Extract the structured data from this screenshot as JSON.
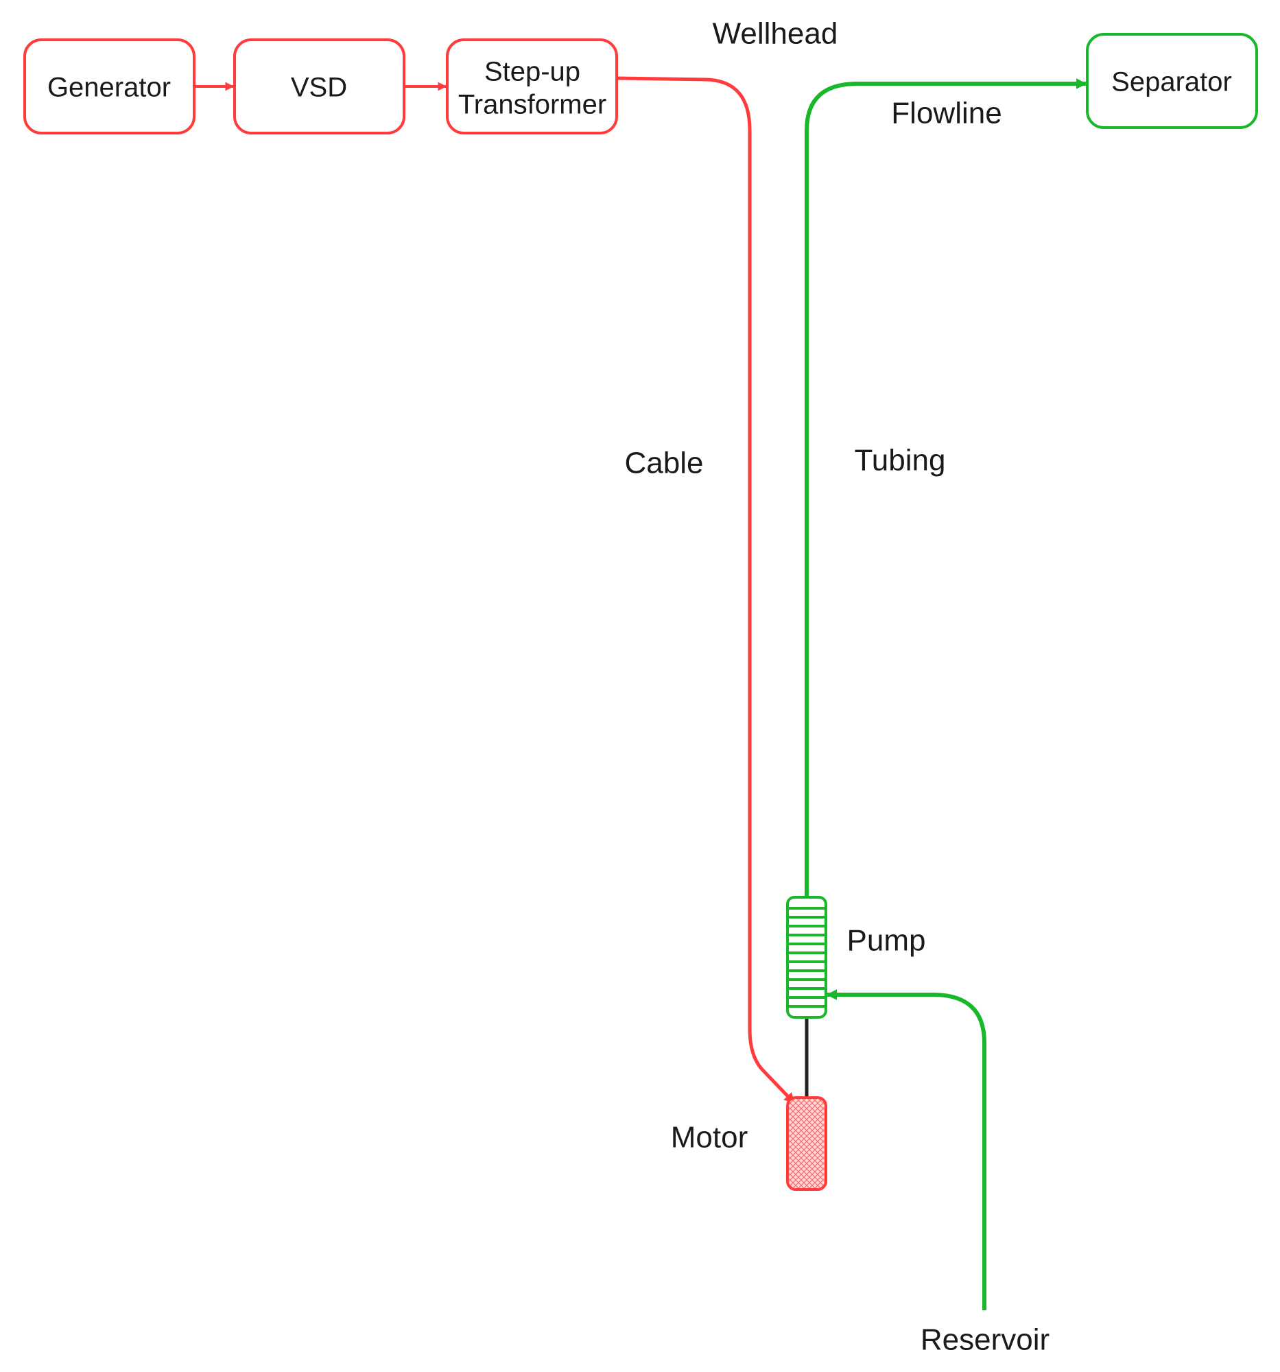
{
  "colors": {
    "power": "#ff3b3b",
    "flow": "#19b82a",
    "shaft": "#222222",
    "text": "#1a1a1a"
  },
  "boxes": {
    "generator": "Generator",
    "vsd": "VSD",
    "transformer_line1": "Step-up",
    "transformer_line2": "Transformer",
    "separator": "Separator"
  },
  "labels": {
    "wellhead": "Wellhead",
    "flowline": "Flowline",
    "cable": "Cable",
    "tubing": "Tubing",
    "pump": "Pump",
    "motor": "Motor",
    "reservoir": "Reservoir"
  }
}
